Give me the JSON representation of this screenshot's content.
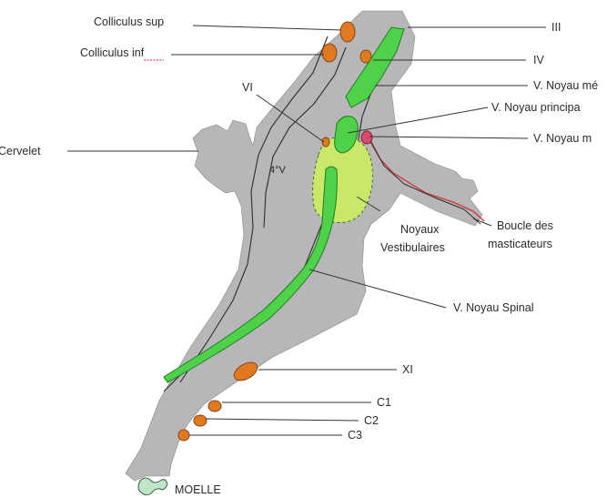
{
  "labels": {
    "colliculus_sup": "Colliculus sup",
    "colliculus_inf": "Colliculus inf",
    "cervelet": "Cervelet",
    "vi": "VI",
    "fourth_ventricle": "4°V",
    "iii": "III",
    "iv": "IV",
    "v_noyau_mesencephalique": "V. Noyau mé",
    "v_noyau_principal": "V. Noyau principa",
    "v_noyau_moteur": "V. Noyau m",
    "noyaux_vestibulaires_1": "Noyaux",
    "noyaux_vestibulaires_2": "Vestibulaires",
    "boucle_1": "Boucle des",
    "boucle_2": "masticateurs",
    "v_noyau_spinal": "V. Noyau Spinal",
    "xi": "XI",
    "c1": "C1",
    "c2": "C2",
    "c3": "C3",
    "moelle": "MOELLE"
  },
  "colors": {
    "brainstem_fill": "#b7b7b9",
    "green_nucleus": "#4fd24a",
    "vestibular_fill": "#c9e86a",
    "orange_nucleus": "#e07a22",
    "motor_nucleus": "#d84a6c",
    "nerve_red": "#d23a3a"
  },
  "spellcheck_underline": {
    "color": "#e02020",
    "word": "inf"
  }
}
